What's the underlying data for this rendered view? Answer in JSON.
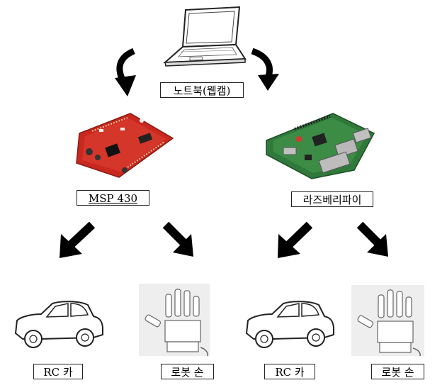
{
  "nodes": {
    "laptop": {
      "label": "노트북(웹캠)"
    },
    "msp": {
      "label": "MSP 430"
    },
    "rpi": {
      "label": "라즈베리파이"
    },
    "rc_car_left": {
      "label": "RC 카"
    },
    "robot_hand_left": {
      "label": "로봇 손"
    },
    "rc_car_right": {
      "label": "RC 카"
    },
    "robot_hand_right": {
      "label": "로봇 손"
    }
  },
  "edges": [
    {
      "from": "laptop",
      "to": "msp"
    },
    {
      "from": "laptop",
      "to": "rpi"
    },
    {
      "from": "msp",
      "to": "rc_car_left"
    },
    {
      "from": "msp",
      "to": "robot_hand_left"
    },
    {
      "from": "rpi",
      "to": "rc_car_right"
    },
    {
      "from": "rpi",
      "to": "robot_hand_right"
    }
  ],
  "colors": {
    "board_red": "#c8281e",
    "rpi_green": "#2f7a3a",
    "arrow": "#000000"
  },
  "icons": [
    "laptop-icon",
    "msp430-board-icon",
    "raspberry-pi-icon",
    "car-icon",
    "robot-hand-icon"
  ]
}
